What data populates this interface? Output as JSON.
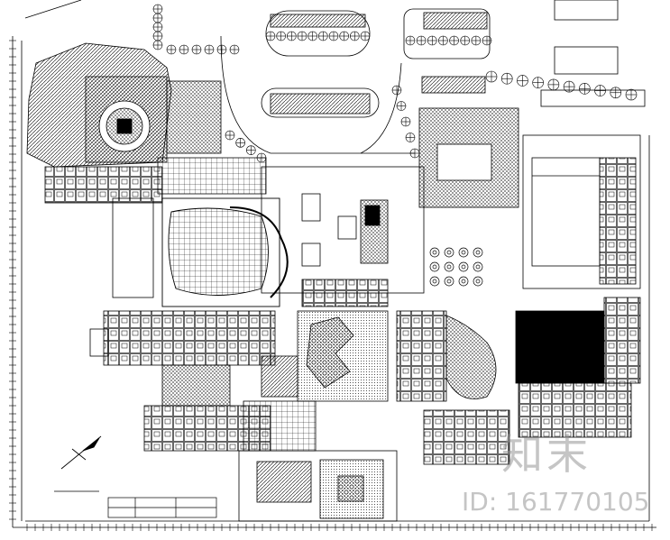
{
  "drawing": {
    "kind": "site plan (CAD line drawing)"
  },
  "watermark": {
    "mark_text": "知末",
    "id_text": "ID: 161770105"
  },
  "colors": {
    "ink": "#000000",
    "paper": "#ffffff",
    "watermark": "#9a9a9a"
  }
}
